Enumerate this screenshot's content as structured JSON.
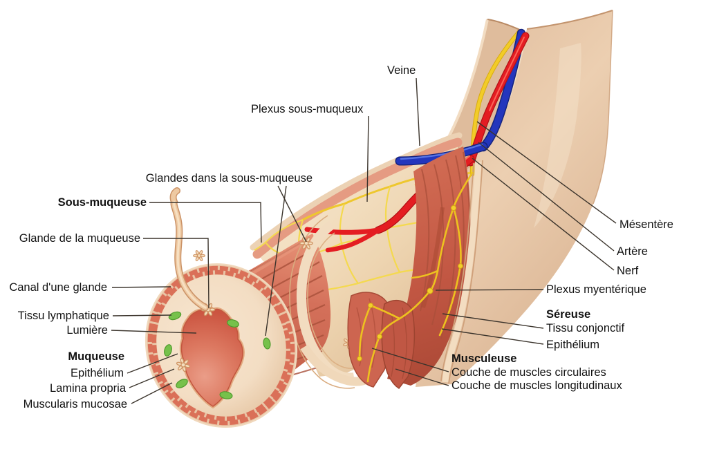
{
  "figure": {
    "description": "Coupe anatomique de la paroi du tube digestif (schéma en couches télescopées)",
    "labels": {
      "veine": "Veine",
      "plexus_sous_muqueux": "Plexus sous-muqueux",
      "glandes_sous_muqueuse": "Glandes dans la sous-muqueuse",
      "sous_muqueuse": "Sous-muqueuse",
      "glande_muqueuse": "Glande de la muqueuse",
      "canal_glande": "Canal d'une glande",
      "tissu_lymphatique": "Tissu lymphatique",
      "lumiere": "Lumière",
      "muqueuse": "Muqueuse",
      "epithelium_gauche": "Epithélium",
      "lamina_propria": "Lamina propria",
      "muscularis_mucosae": "Muscularis mucosae",
      "mesentere": "Mésentère",
      "artere": "Artère",
      "nerf": "Nerf",
      "plexus_myenterique": "Plexus myentérique",
      "sereuse": "Séreuse",
      "tissu_conjonctif": "Tissu conjonctif",
      "epithelium_droit": "Epithélium",
      "musculeuse": "Musculeuse",
      "couche_circulaires": "Couche de muscles circulaires",
      "couche_longitudinaux": "Couche de muscles longitudinaux"
    },
    "colors": {
      "fond": "#ffffff",
      "artere_rouge": "#e41d22",
      "veine_bleu": "#2336bd",
      "nerf_jaune": "#f2cc28",
      "muscle_rouge": "#d4705a",
      "sous_muqueuse_creme": "#f2dcc0",
      "sereuse_tan": "#e7c6a8",
      "tissu_lymphatique_vert": "#76c14b",
      "texte": "#121212"
    }
  }
}
